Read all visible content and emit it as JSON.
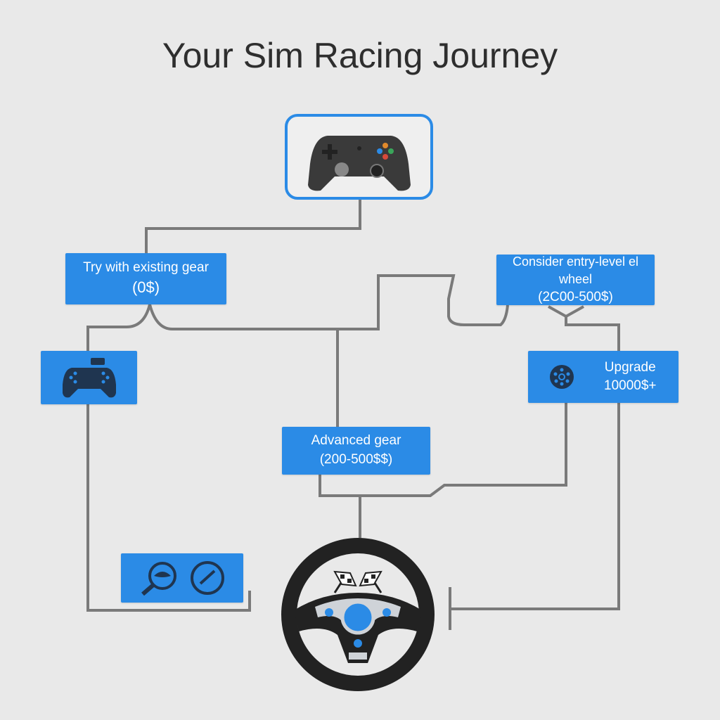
{
  "title": "Your Sim Racing Journey",
  "nodes": {
    "existing_gear": {
      "label": "Try with existing gear",
      "price": "(0$)"
    },
    "entry_wheel": {
      "label": "Consider entry-level el wheel",
      "price": "(2C00-500$)"
    },
    "upgrade": {
      "label": "Upgrade",
      "price": "10000$+"
    },
    "advanced": {
      "label": "Advanced gear",
      "price": "(200-500$$)"
    }
  },
  "colors": {
    "accent": "#2b8be6",
    "line": "#7a7a7a",
    "dark": "#1f3550"
  }
}
